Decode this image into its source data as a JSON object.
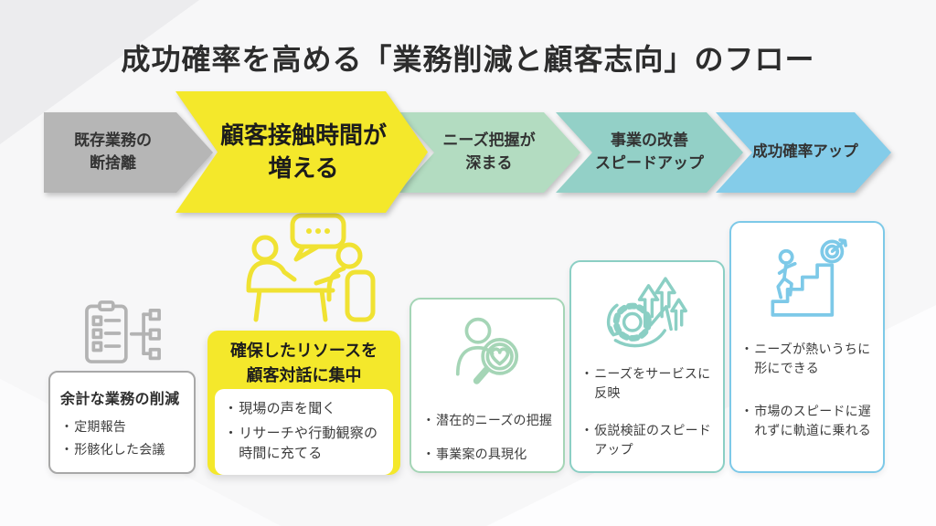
{
  "title": "成功確率を高める「業務削減と顧客志向」のフロー",
  "bullet_char": "・",
  "flow_steps": [
    {
      "line1": "既存業務の",
      "line2": "断捨離"
    },
    {
      "line1": "顧客接触時間が",
      "line2": "増える"
    },
    {
      "line1": "ニーズ把握が",
      "line2": "深まる"
    },
    {
      "line1": "事業の改善",
      "line2": "スピードアップ"
    },
    {
      "line1": "成功確率アップ",
      "line2": ""
    }
  ],
  "cards": [
    {
      "icon": "clipboard-tasks-icon",
      "title": "余計な業務の削減",
      "bullets": [
        "定期報告",
        "形骸化した会議"
      ]
    },
    {
      "icon": "customer-dialogue-icon",
      "title": "確保したリソースを顧客対話に集中",
      "bullets": [
        "現場の声を聞く",
        "リサーチや行動観察の時間に充てる"
      ]
    },
    {
      "icon": "latent-needs-search-icon",
      "bullets": [
        "潜在的ニーズの把握",
        "事業案の具現化"
      ]
    },
    {
      "icon": "speedup-gear-icon",
      "bullets": [
        "ニーズをサービスに反映",
        "仮説検証のスピードアップ"
      ]
    },
    {
      "icon": "goal-stairs-icon",
      "bullets": [
        "ニーズが熱いうちに形にできる",
        "市場のスピードに遅れずに軌道に乗れる"
      ]
    }
  ],
  "colors": {
    "step_gray": "#b6b6b6",
    "step_yellow": "#f4e82b",
    "step_green": "#b3dcc1",
    "step_teal": "#93d0c7",
    "step_blue": "#84cce9",
    "icon_gray": "#b3b3b3",
    "icon_yellow": "#f0e233",
    "icon_green": "#a5d5b6",
    "icon_teal": "#8bcfc4",
    "icon_blue": "#7dc9e8",
    "title_text": "#2d2d2d"
  }
}
